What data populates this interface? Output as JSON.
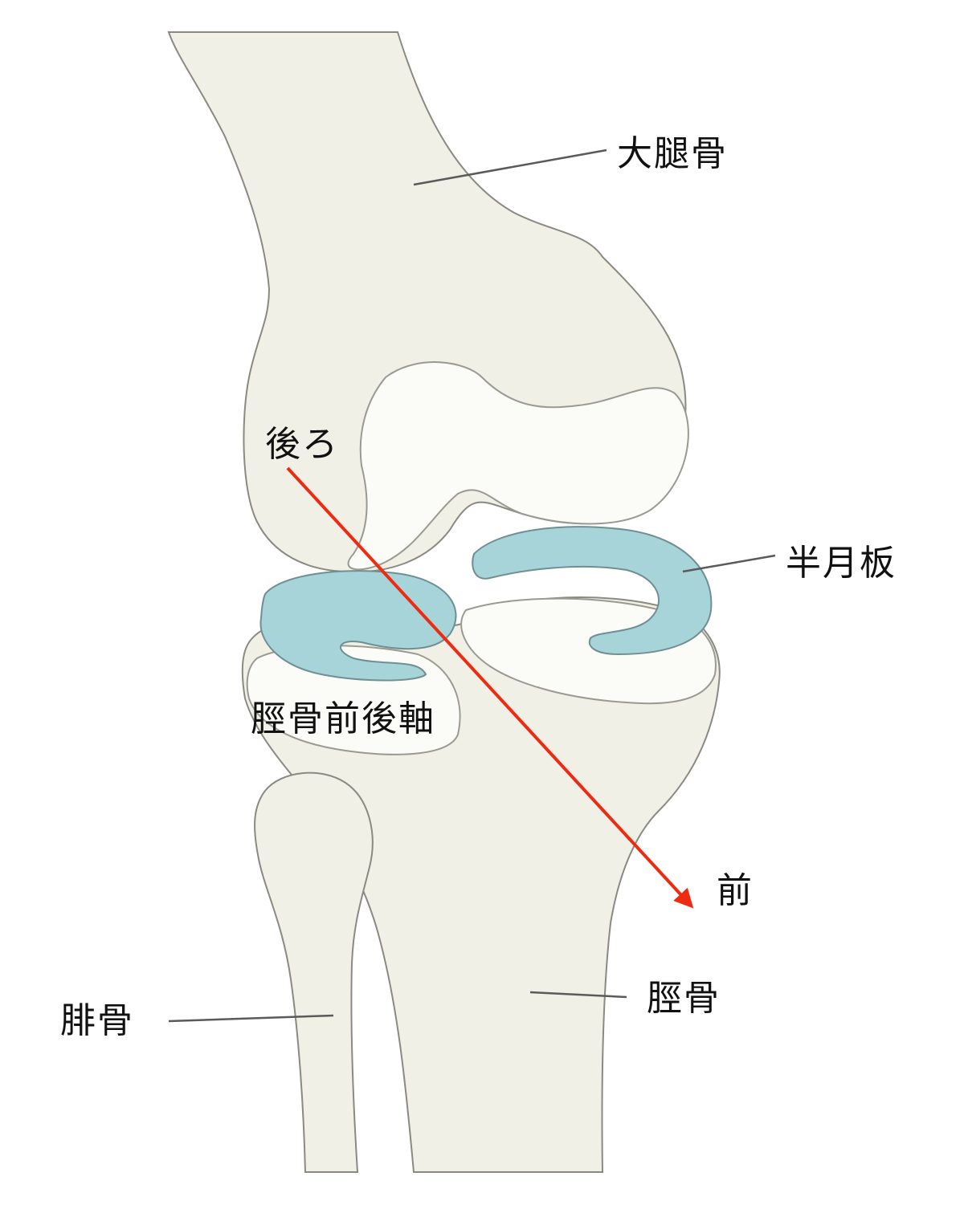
{
  "labels": {
    "femur": "大腿骨",
    "meniscus": "半月板",
    "posterior": "後ろ",
    "tibial_ap_axis": "脛骨前後軸",
    "anterior": "前",
    "tibia": "脛骨",
    "fibula": "腓骨"
  },
  "colors": {
    "bone_fill": "#f1f0e7",
    "bone_light": "#fbfbf7",
    "bone_outline": "#8a8a82",
    "meniscus_fill": "#a7d4d9",
    "arrow": "#ee2b10",
    "leader_line": "#5a5a5a"
  }
}
